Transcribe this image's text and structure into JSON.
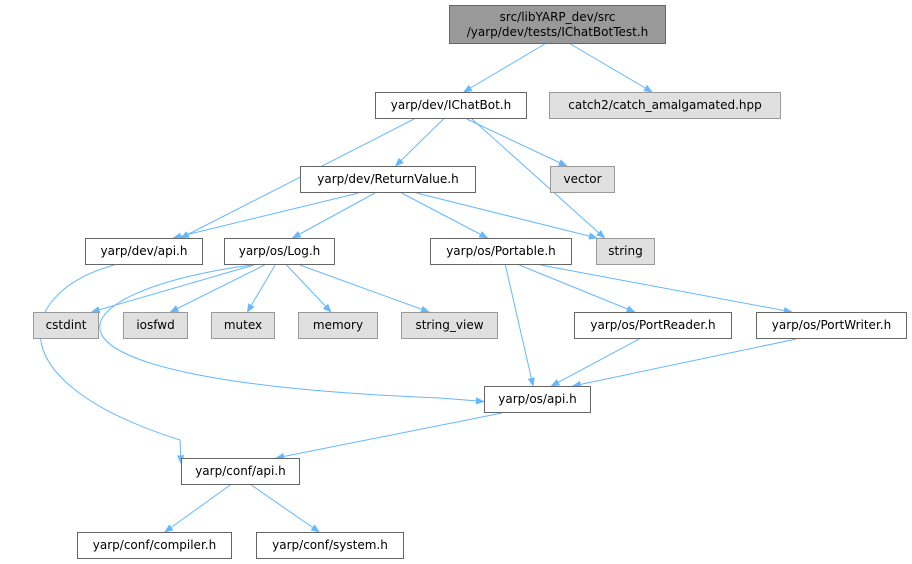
{
  "colors": {
    "edge": "#63b8ff",
    "node_border": "#666666",
    "external_fill": "#e0e0e0",
    "external_border": "#999999",
    "root_fill": "#999999"
  },
  "nodes": {
    "root": {
      "line1": "src/libYARP_dev/src",
      "line2": "/yarp/dev/tests/IChatBotTest.h"
    },
    "ichatbot": "yarp/dev/IChatBot.h",
    "catch2": "catch2/catch_amalgamated.hpp",
    "returnvalue": "yarp/dev/ReturnValue.h",
    "vector": "vector",
    "dev_api": "yarp/dev/api.h",
    "log": "yarp/os/Log.h",
    "portable": "yarp/os/Portable.h",
    "string": "string",
    "cstdint": "cstdint",
    "iosfwd": "iosfwd",
    "mutex": "mutex",
    "memory": "memory",
    "string_view": "string_view",
    "portreader": "yarp/os/PortReader.h",
    "portwriter": "yarp/os/PortWriter.h",
    "os_api": "yarp/os/api.h",
    "conf_api": "yarp/conf/api.h",
    "conf_compiler": "yarp/conf/compiler.h",
    "conf_system": "yarp/conf/system.h"
  },
  "edges": [
    [
      "root",
      "ichatbot"
    ],
    [
      "root",
      "catch2"
    ],
    [
      "ichatbot",
      "returnvalue"
    ],
    [
      "ichatbot",
      "vector"
    ],
    [
      "ichatbot",
      "string"
    ],
    [
      "ichatbot",
      "dev_api"
    ],
    [
      "returnvalue",
      "dev_api"
    ],
    [
      "returnvalue",
      "log"
    ],
    [
      "returnvalue",
      "portable"
    ],
    [
      "returnvalue",
      "string"
    ],
    [
      "dev_api",
      "conf_api"
    ],
    [
      "log",
      "cstdint"
    ],
    [
      "log",
      "iosfwd"
    ],
    [
      "log",
      "mutex"
    ],
    [
      "log",
      "memory"
    ],
    [
      "log",
      "string_view"
    ],
    [
      "log",
      "os_api"
    ],
    [
      "portable",
      "os_api"
    ],
    [
      "portable",
      "portreader"
    ],
    [
      "portable",
      "portwriter"
    ],
    [
      "portreader",
      "os_api"
    ],
    [
      "portwriter",
      "os_api"
    ],
    [
      "os_api",
      "conf_api"
    ],
    [
      "conf_api",
      "conf_compiler"
    ],
    [
      "conf_api",
      "conf_system"
    ]
  ]
}
